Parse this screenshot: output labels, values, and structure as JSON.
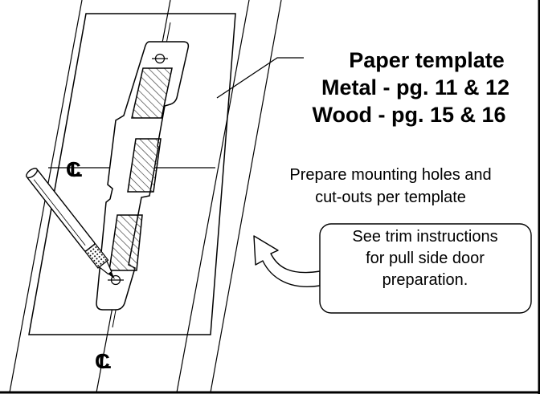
{
  "labels": {
    "title_line1": "Paper template",
    "title_line2": "Metal - pg. 11 & 12",
    "title_line3": "Wood -  pg. 15 & 16",
    "prepare_line1": "Prepare mounting holes and",
    "prepare_line2": "cut-outs per template",
    "callout_line1": "See trim instructions",
    "callout_line2": "for pull side door",
    "callout_line3": "preparation.",
    "centerline_top": "CL",
    "centerline_bottom": "CL"
  },
  "icons": {
    "pen": "marking-pen-icon",
    "arrow": "curved-arrow-icon",
    "centerline": "centerline-symbol-icon"
  },
  "colors": {
    "ink": "#000000",
    "background": "#ffffff",
    "hatch": "#333333"
  }
}
